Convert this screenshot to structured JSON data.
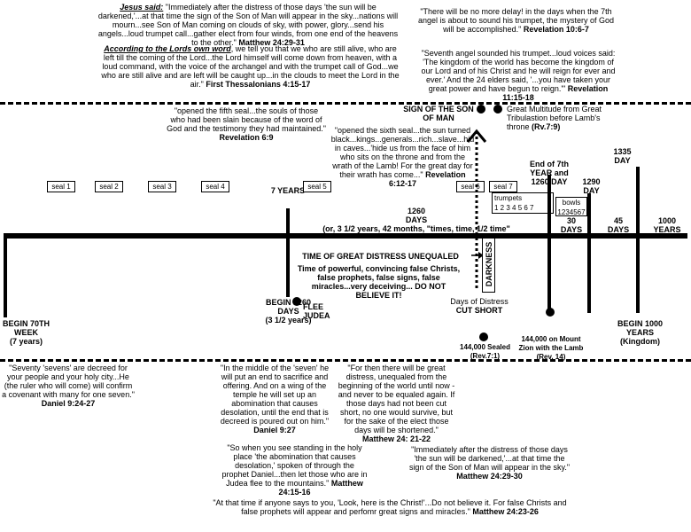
{
  "top_quotes": {
    "q1_lead": "Jesus said:",
    "q1_text": " \"Immediately after the distress of those days 'the sun will be darkened,'...at that time the sign of the Son of Man will appear in the sky...nations will mourn...see Son of Man coming on clouds of sky, with power, glory...send his angels...loud trumpet call...gather elect from four winds, from one end of the heavens to the other.\"",
    "q1_ref": "Matthew 24:29-31",
    "q2_lead": "According to the Lords own word",
    "q2_text": ", we tell you that we who are still alive, who are left till the coming of the Lord...the Lord himself will come down from heaven, with a loud command, with the voice of the archangel and with the trumpet call of God...we who are still alive and are left will be caught up...in the clouds to meet the Lord in the air.\"",
    "q2_ref": "First Thessalonians 4:15-17",
    "q3_text": "\"There will be no more delay! in the days when the 7th angel is about to sound his trumpet, the mystery of God will be accomplished.\"",
    "q3_ref": "Revelation 10:6-7",
    "q4_text": "\"Seventh angel sounded his trumpet...loud voices said: 'The kingdom of the world has become the kingdom of our Lord and of his Christ and he will reign for ever and ever.' And the 24 elders said, '...you have taken your great power and have begun to reign.'\"",
    "q4_ref": "Revelation 11:15-18"
  },
  "upper": {
    "seal5_quote": "\"opened the fifth seal...the souls of those who had been slain because of the word of God and the testimony they had maintained.\"",
    "seal5_ref": "Revelation 6:9",
    "seal6_quote": "\"opened the sixth seal...the sun turned black...kings...generals...rich...slave...hid in caves...'hide us from the face of him who sits on the throne and from the wrath of the Lamb! For the great day for their wrath has come...\"",
    "seal6_ref": "Revelation 6:12-17",
    "sign_label": "SIGN OF THE SON OF MAN",
    "multitude": "Great Multitude from Great Tribulastion before Lamb's throne",
    "multitude_ref": "(Rv.7:9)",
    "end7": "End of 7th YEAR and 1260 DAY",
    "d1290": "1290 DAY",
    "d1335": "1335 DAY",
    "seven_years": "7 YEARS",
    "days1260": "1260 DAYS",
    "days1260_note": "(or, 3 1/2 years, 42 months, \"times, time, 1/2 time\"",
    "seals": [
      "seal 1",
      "seal 2",
      "seal 3",
      "seal 4",
      "seal 5",
      "seal 6",
      "seal 7"
    ],
    "trumpets_label": "trumpets",
    "trumpets_nums": "1 2 3 4 5 6 7",
    "bowls_label": "bowls",
    "bowls_nums": "1234567",
    "d30": "30 DAYS",
    "d45": "45 DAYS",
    "d1000": "1000 YEARS"
  },
  "middle": {
    "distress_title": "TIME OF GREAT DISTRESS UNEQUALED",
    "distress_text": "Time of powerful, convincing false Christs, false prophets, false signs, false miracles...very deceiving... DO NOT BELIEVE IT!",
    "darkness": "DARKNESS",
    "flee": "FLEE JUDEA",
    "cut_short_pre": "Days of Distress",
    "cut_short": "CUT SHORT",
    "begin70": "BEGIN 70TH WEEK",
    "begin70_sub": "(7 years)",
    "begin1260": "BEGIN 1260 DAYS",
    "begin1260_sub": "(3 1/2 years)",
    "sealed": "144,000 Sealed",
    "sealed_ref": "(Rev.7:1)",
    "zion": "144,000 on Mount Zion with the Lamb",
    "zion_ref": "(Rev. 14)",
    "begin1000": "BEGIN 1000 YEARS",
    "begin1000_sub": "(Kingdom)"
  },
  "bottom": {
    "daniel_text": "\"Seventy 'sevens' are decreed for your people and your holy city...He (the ruler who will come) will confirm a covenant with many for one seven.\"",
    "daniel_ref": "Daniel 9:24-27",
    "daniel927_text": "\"In the middle of the 'seven' he will put an end to sacrifice and offering. And on a wing of the temple he will set up an abomination that causes desolation, until the end that is decreed is poured out on him.\"",
    "daniel927_ref": "Daniel 9:27",
    "mt2421_text": "\"For then there will be great distress, unequaled from the beginning of the world until now - and never to be equaled again. If those days had not been cut short, no one would survive, but for the sake of the elect those days will be shortened.\"",
    "mt2421_ref": "Matthew 24: 21-22",
    "mt2415_text": "\"So when you see standing in the holy place 'the abomination that causes desolation,' spoken of through the prophet Daniel...then let those who are in Judea flee to the mountains.\"",
    "mt2415_ref": "Matthew 24:15-16",
    "mt2429_text": "\"Immediately after the distress of those days 'the sun will be darkened,'...at that time the sign of the Son of Man will appear in the sky.\"",
    "mt2429_ref": "Matthew 24:29-30",
    "mt2423_text": "\"At that time if anyone says to you, 'Look, here is the Christ!'...Do not believe it. For false Christs and false prophets will appear and perfomr great signs and miracles.\"",
    "mt2423_ref": "Matthew 24:23-26"
  }
}
